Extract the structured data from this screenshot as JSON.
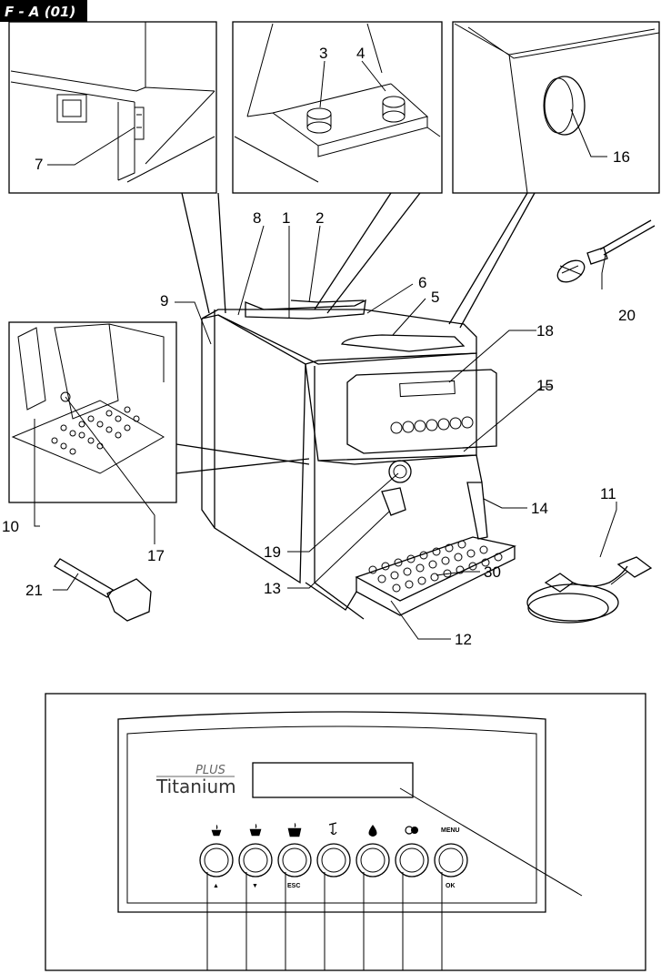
{
  "header": {
    "label": "F - A (01)"
  },
  "callouts": {
    "c1": "1",
    "c2": "2",
    "c3": "3",
    "c4": "4",
    "c5": "5",
    "c6": "6",
    "c7": "7",
    "c8": "8",
    "c9": "9",
    "c10": "10",
    "c11": "11",
    "c12": "12",
    "c13": "13",
    "c14": "14",
    "c15": "15",
    "c16": "16",
    "c17": "17",
    "c18": "18",
    "c19": "19",
    "c20": "20",
    "c21": "21",
    "c30": "30"
  },
  "panel": {
    "brand_plus": "PLUS",
    "brand_name": "Titanium",
    "buttons": [
      {
        "icon": "small-cup-icon",
        "label": "▲"
      },
      {
        "icon": "medium-cup-icon",
        "label": "▼"
      },
      {
        "icon": "large-cup-icon",
        "label": "ESC"
      },
      {
        "icon": "steam-wand-icon",
        "label": ""
      },
      {
        "icon": "water-drop-icon",
        "label": ""
      },
      {
        "icon": "power-toggle-icon",
        "label": ""
      },
      {
        "icon": "menu-text-icon",
        "label": "OK",
        "top_label": "MENU"
      }
    ]
  }
}
